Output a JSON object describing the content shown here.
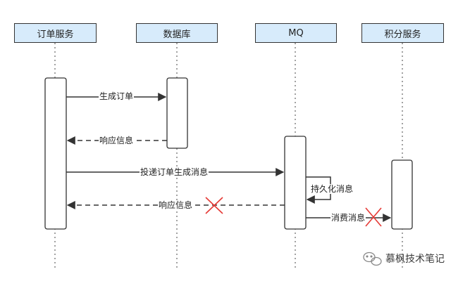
{
  "participants": [
    {
      "label": "订单服务"
    },
    {
      "label": "数据库"
    },
    {
      "label": "MQ"
    },
    {
      "label": "积分服务"
    }
  ],
  "messages": [
    {
      "label": "生成订单",
      "style": "solid"
    },
    {
      "label": "响应信息",
      "style": "dashed"
    },
    {
      "label": "投递订单生成消息",
      "style": "solid"
    },
    {
      "label": "持久化消息",
      "style": "solid"
    },
    {
      "label": "响应信息",
      "style": "dashed",
      "failed": true
    },
    {
      "label": "消费消息",
      "style": "solid",
      "failed": true
    }
  ],
  "watermark": {
    "text": "慕枫技术笔记",
    "icon": "wechat-icon"
  },
  "colors": {
    "participant_fill": "#d7ebfb",
    "line": "#333333",
    "fail_mark": "#e53935"
  }
}
